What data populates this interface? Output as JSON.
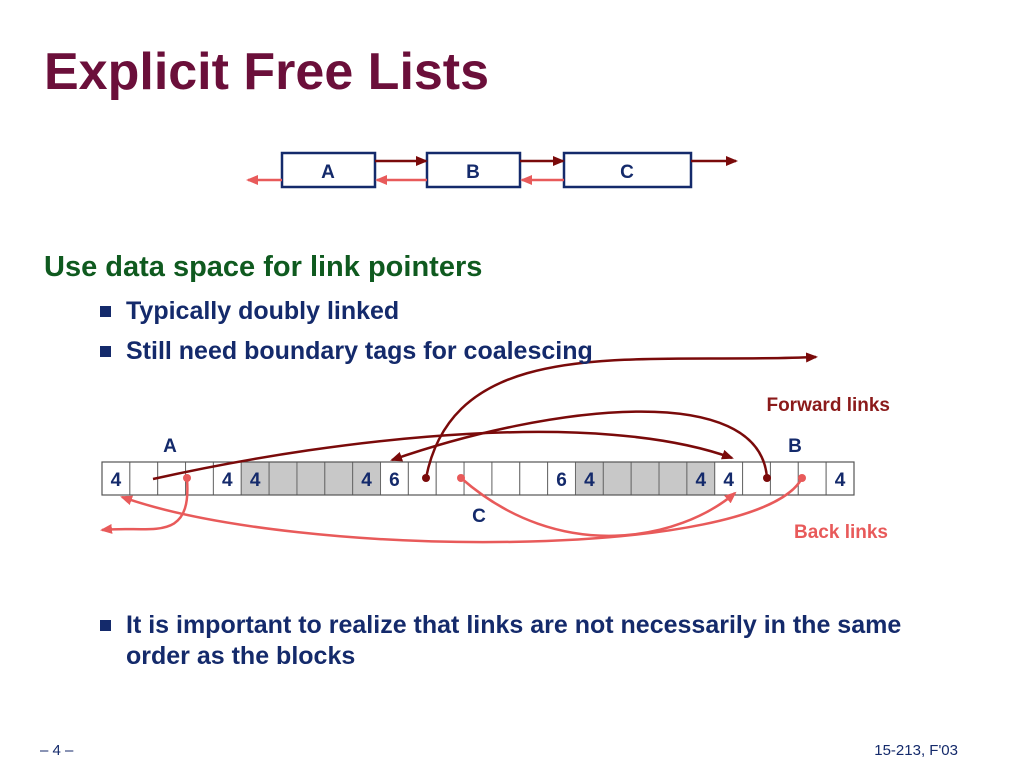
{
  "title": "Explicit Free Lists",
  "heading": "Use data space for link pointers",
  "bullets": [
    "Typically doubly linked",
    "Still need boundary tags for coalescing",
    "It is important to realize that links are not necessarily in the same order as the blocks"
  ],
  "top_list": {
    "nodes": [
      "A",
      "B",
      "C"
    ]
  },
  "memory": {
    "cells": [
      "4",
      "",
      "",
      "",
      "4",
      "4",
      "",
      "",
      "",
      "4",
      "6",
      "",
      "",
      "",
      "",
      "",
      "6",
      "4",
      "",
      "",
      "",
      "4",
      "4",
      "",
      "",
      "",
      "4"
    ],
    "block_labels": {
      "a": "A",
      "b": "B",
      "c": "C"
    },
    "forward_label": "Forward links",
    "back_label": "Back links"
  },
  "colors": {
    "title": "#6b0f3a",
    "heading": "#0f5a1f",
    "text": "#142a6b",
    "forward": "#7a0a0a",
    "back": "#e85a5a",
    "shaded": "#c8c8c8"
  },
  "footer": {
    "left": "– 4 –",
    "right": "15-213, F'03"
  }
}
